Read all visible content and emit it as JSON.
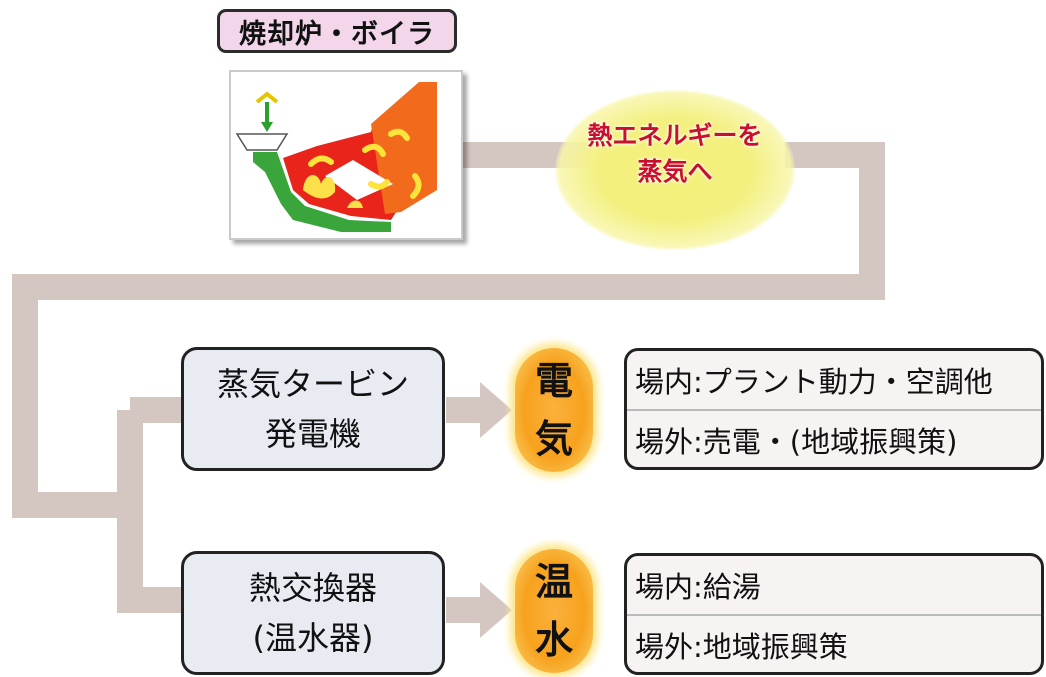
{
  "title": "焼却炉・ボイラ",
  "bubble": {
    "line1": "熱エネルギーを",
    "line2": "蒸気へ"
  },
  "boxes": {
    "turbine": {
      "line1": "蒸気タービン",
      "line2": "発電機"
    },
    "exchanger": {
      "line1": "熱交換器",
      "line2": "(温水器)"
    }
  },
  "outputs": {
    "electricity": {
      "char1": "電",
      "char2": "気",
      "onsite": "場内:プラント動力・空調他",
      "offsite": "場外:売電・(地域振興策)"
    },
    "hot_water": {
      "char1": "温",
      "char2": "水",
      "onsite": "場内:給湯",
      "offsite": "場外:地域振興策"
    }
  },
  "colors": {
    "pipe": "#d4c6c1",
    "box_fill": "#e9ebf3",
    "orb": "#f7a21e",
    "bubble": "#f3f07f",
    "bubble_text": "#c8102e",
    "title_fill": "#f3d6ea"
  }
}
